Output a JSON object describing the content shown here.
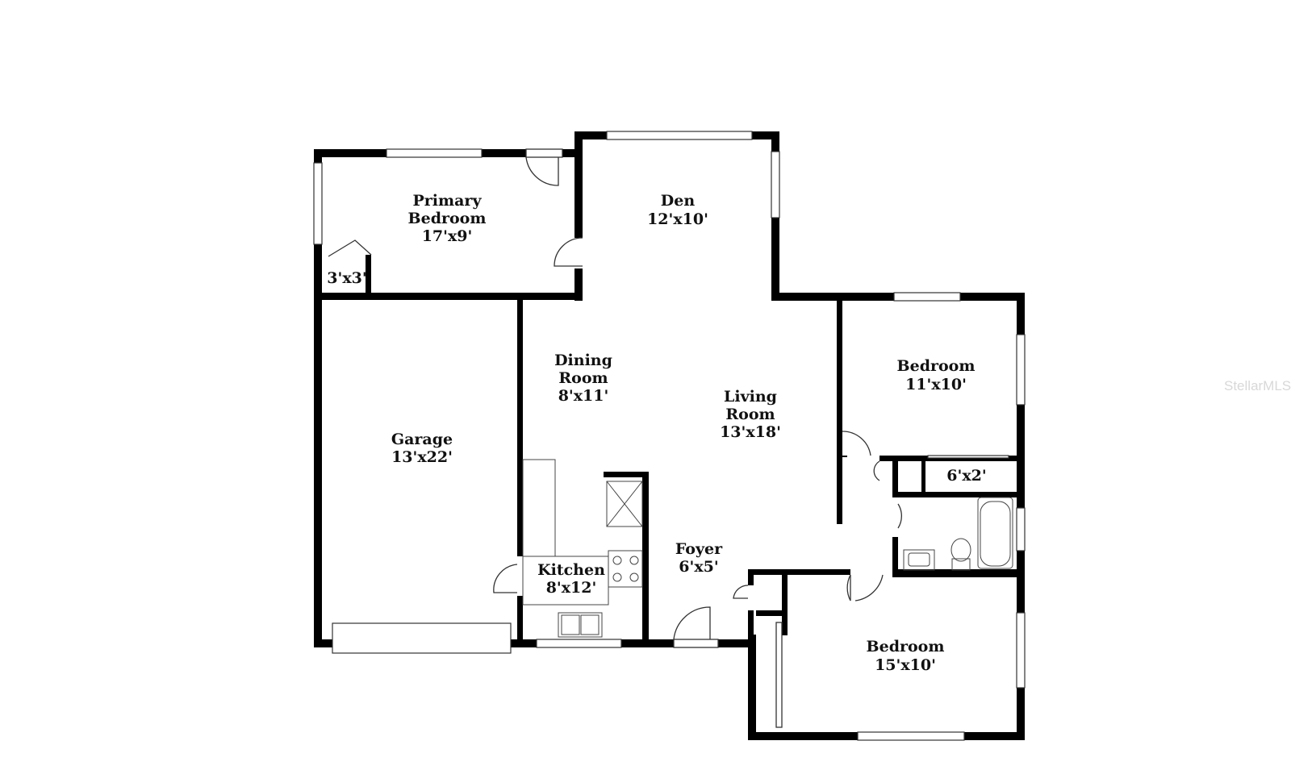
{
  "rooms": {
    "primary_bedroom": {
      "name_1": "Primary",
      "name_2": "Bedroom",
      "size": "17'x9'"
    },
    "closet": {
      "size": "3'x3'"
    },
    "den": {
      "name": "Den",
      "size": "12'x10'"
    },
    "dining_room": {
      "name_1": "Dining",
      "name_2": "Room",
      "size": "8'x11'"
    },
    "living_room": {
      "name_1": "Living",
      "name_2": "Room",
      "size": "13'x18'"
    },
    "garage": {
      "name": "Garage",
      "size": "13'x22'"
    },
    "bedroom_2": {
      "name": "Bedroom",
      "size": "11'x10'"
    },
    "closet_2": {
      "size": "6'x2'"
    },
    "foyer": {
      "name": "Foyer",
      "size": "6'x5'"
    },
    "kitchen": {
      "name": "Kitchen",
      "size": "8'x12'"
    },
    "bedroom_3": {
      "name": "Bedroom",
      "size": "15'x10'"
    }
  },
  "watermark": "StellarMLS"
}
